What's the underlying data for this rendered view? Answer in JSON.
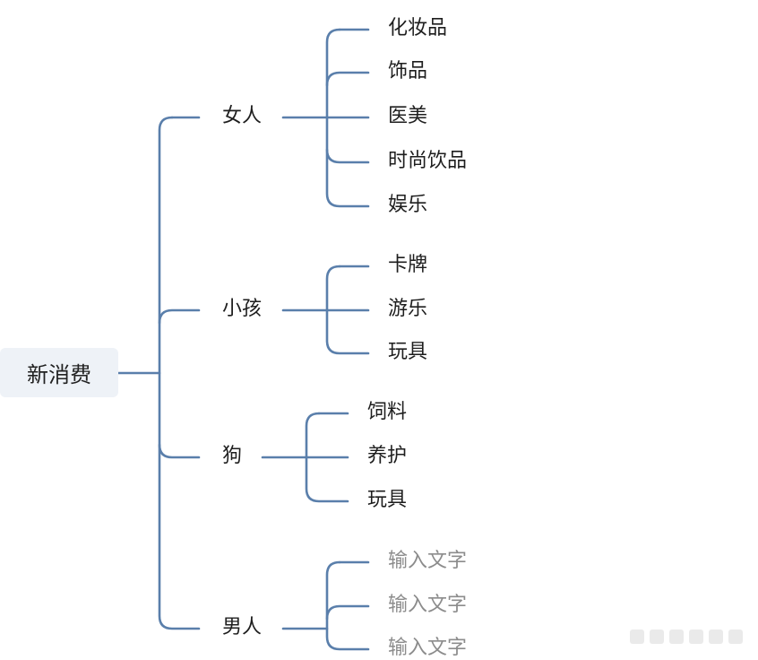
{
  "root": {
    "label": "新消费"
  },
  "branches": [
    {
      "label": "女人",
      "children": [
        "化妆品",
        "饰品",
        "医美",
        "时尚饮品",
        "娱乐"
      ]
    },
    {
      "label": "小孩",
      "children": [
        "卡牌",
        "游乐",
        "玩具"
      ]
    },
    {
      "label": "狗",
      "children": [
        "饲料",
        "养护",
        "玩具"
      ]
    },
    {
      "label": "男人",
      "children": [
        "输入文字",
        "输入文字",
        "输入文字"
      ],
      "placeholder": true
    }
  ],
  "colors": {
    "connector": "#5a7fab",
    "root_background": "#eef2f7",
    "placeholder_text": "#8c8c8c"
  }
}
